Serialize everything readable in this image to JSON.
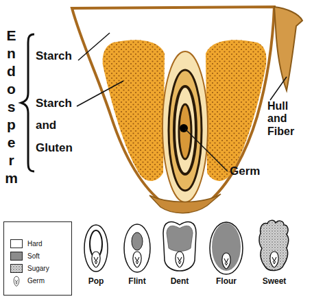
{
  "diagram": {
    "labels": [
      "Endosperm",
      "Starch",
      "Starch and Gluten",
      "Hull and Fiber",
      "Germ",
      "ENDOSPERM",
      "Pop",
      "Flint",
      "Dent",
      "Flour",
      "Sweet"
    ],
    "legend": [
      {
        "text": "Hard",
        "color": "#ffffff"
      },
      {
        "text": "Soft",
        "color": "#8c8c8c"
      },
      {
        "text": "Sugary"
      },
      {
        "text": "Germ"
      }
    ]
  }
}
